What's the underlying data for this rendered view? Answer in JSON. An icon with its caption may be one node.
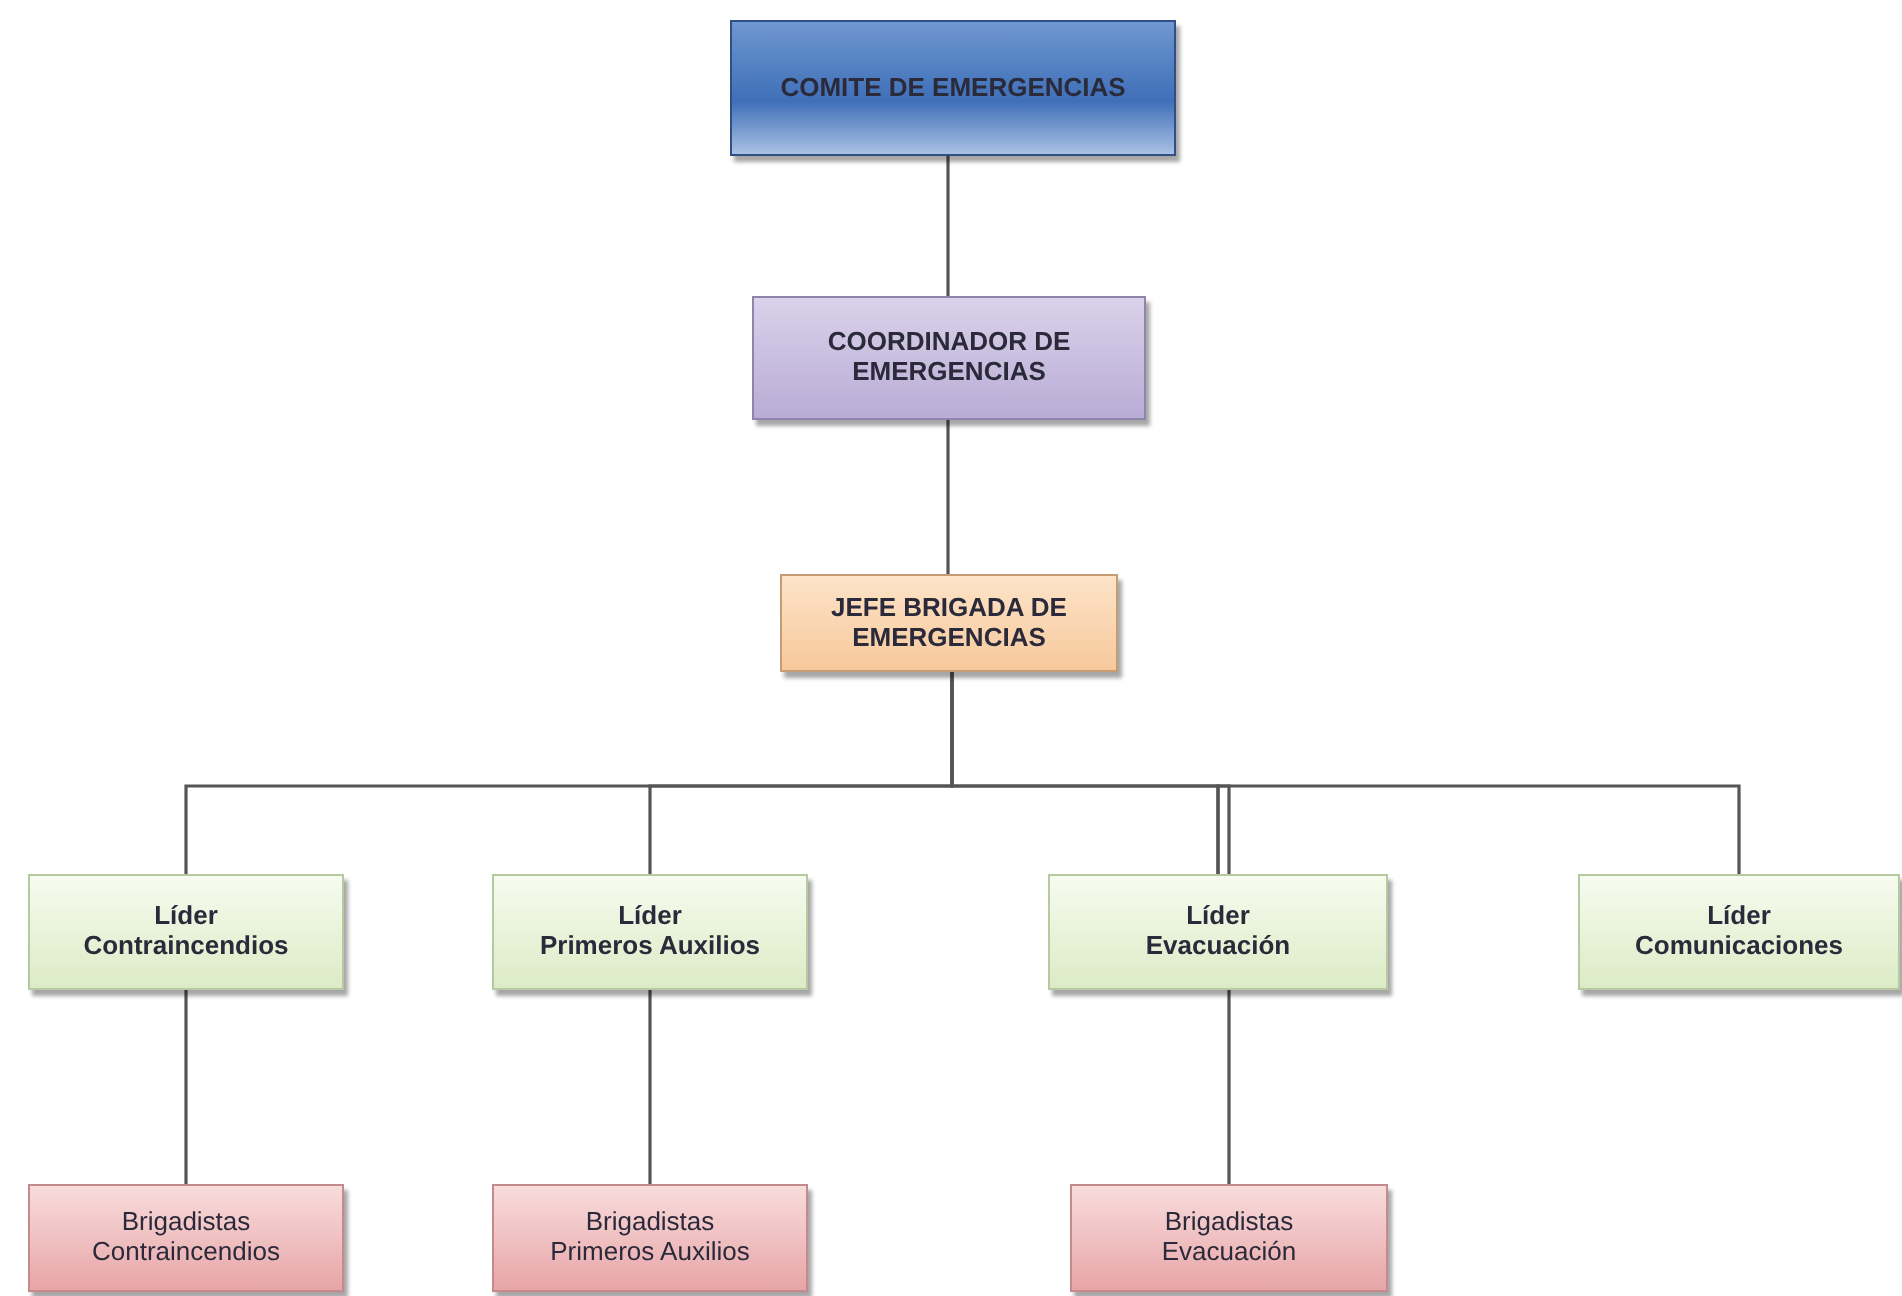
{
  "diagram": {
    "nodes": [
      {
        "text": [
          "COMITE DE EMERGENCIAS"
        ]
      },
      {
        "text": [
          "COORDINADOR DE EMERGENCIAS"
        ]
      },
      {
        "text": [
          "JEFE BRIGADA DE EMERGENCIAS"
        ]
      },
      {
        "text": [
          "Líder",
          "Contraincendios"
        ]
      },
      {
        "text": [
          "Líder",
          "Primeros Auxilios"
        ]
      },
      {
        "text": [
          "Líder",
          "Evacuación"
        ]
      },
      {
        "text": [
          "Líder",
          "Comunicaciones"
        ]
      },
      {
        "text": [
          "Brigadistas",
          "Contraincendios"
        ]
      },
      {
        "text": [
          "Brigadistas",
          "Primeros Auxilios"
        ]
      },
      {
        "text": [
          "Brigadistas",
          "Evacuación"
        ]
      }
    ],
    "edges": [
      {
        "from": 0,
        "to": 1,
        "arrow": "none"
      },
      {
        "from": 1,
        "to": 2,
        "arrow": "none"
      },
      {
        "from": 2,
        "to": 3,
        "arrow": "none"
      },
      {
        "from": 2,
        "to": 4,
        "arrow": "none"
      },
      {
        "from": 2,
        "to": 5,
        "arrow": "none"
      },
      {
        "from": 2,
        "to": 6,
        "arrow": "none"
      },
      {
        "from": 3,
        "to": 7,
        "arrow": "none"
      },
      {
        "from": 4,
        "to": 8,
        "arrow": "none"
      },
      {
        "from": 5,
        "to": 9,
        "arrow": "none"
      }
    ]
  }
}
